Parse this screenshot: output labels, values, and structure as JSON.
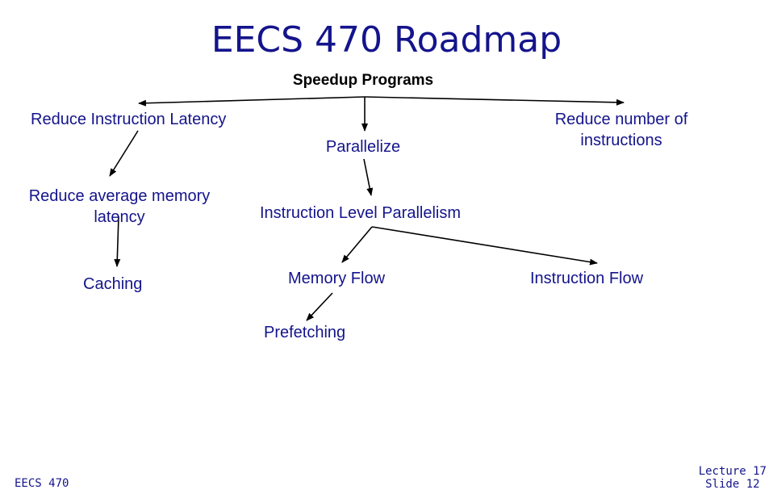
{
  "slide": {
    "title": "EECS 470 Roadmap",
    "nodes": {
      "root": "Speedup Programs",
      "reduce_latency": "Reduce Instruction Latency",
      "parallelize": "Parallelize",
      "reduce_instructions_line1": "Reduce number of",
      "reduce_instructions_line2": "instructions",
      "reduce_mem_latency_line1": "Reduce average memory",
      "reduce_mem_latency_line2": "latency",
      "ilp": "Instruction Level Parallelism",
      "caching": "Caching",
      "memory_flow": "Memory Flow",
      "instruction_flow": "Instruction Flow",
      "prefetching": "Prefetching"
    },
    "footer": {
      "course": "EECS 470",
      "lecture": "Lecture 17",
      "slide_no": "Slide 12"
    }
  },
  "colors": {
    "text": "#14148c",
    "root_text": "#000000",
    "edges": "#000000"
  }
}
